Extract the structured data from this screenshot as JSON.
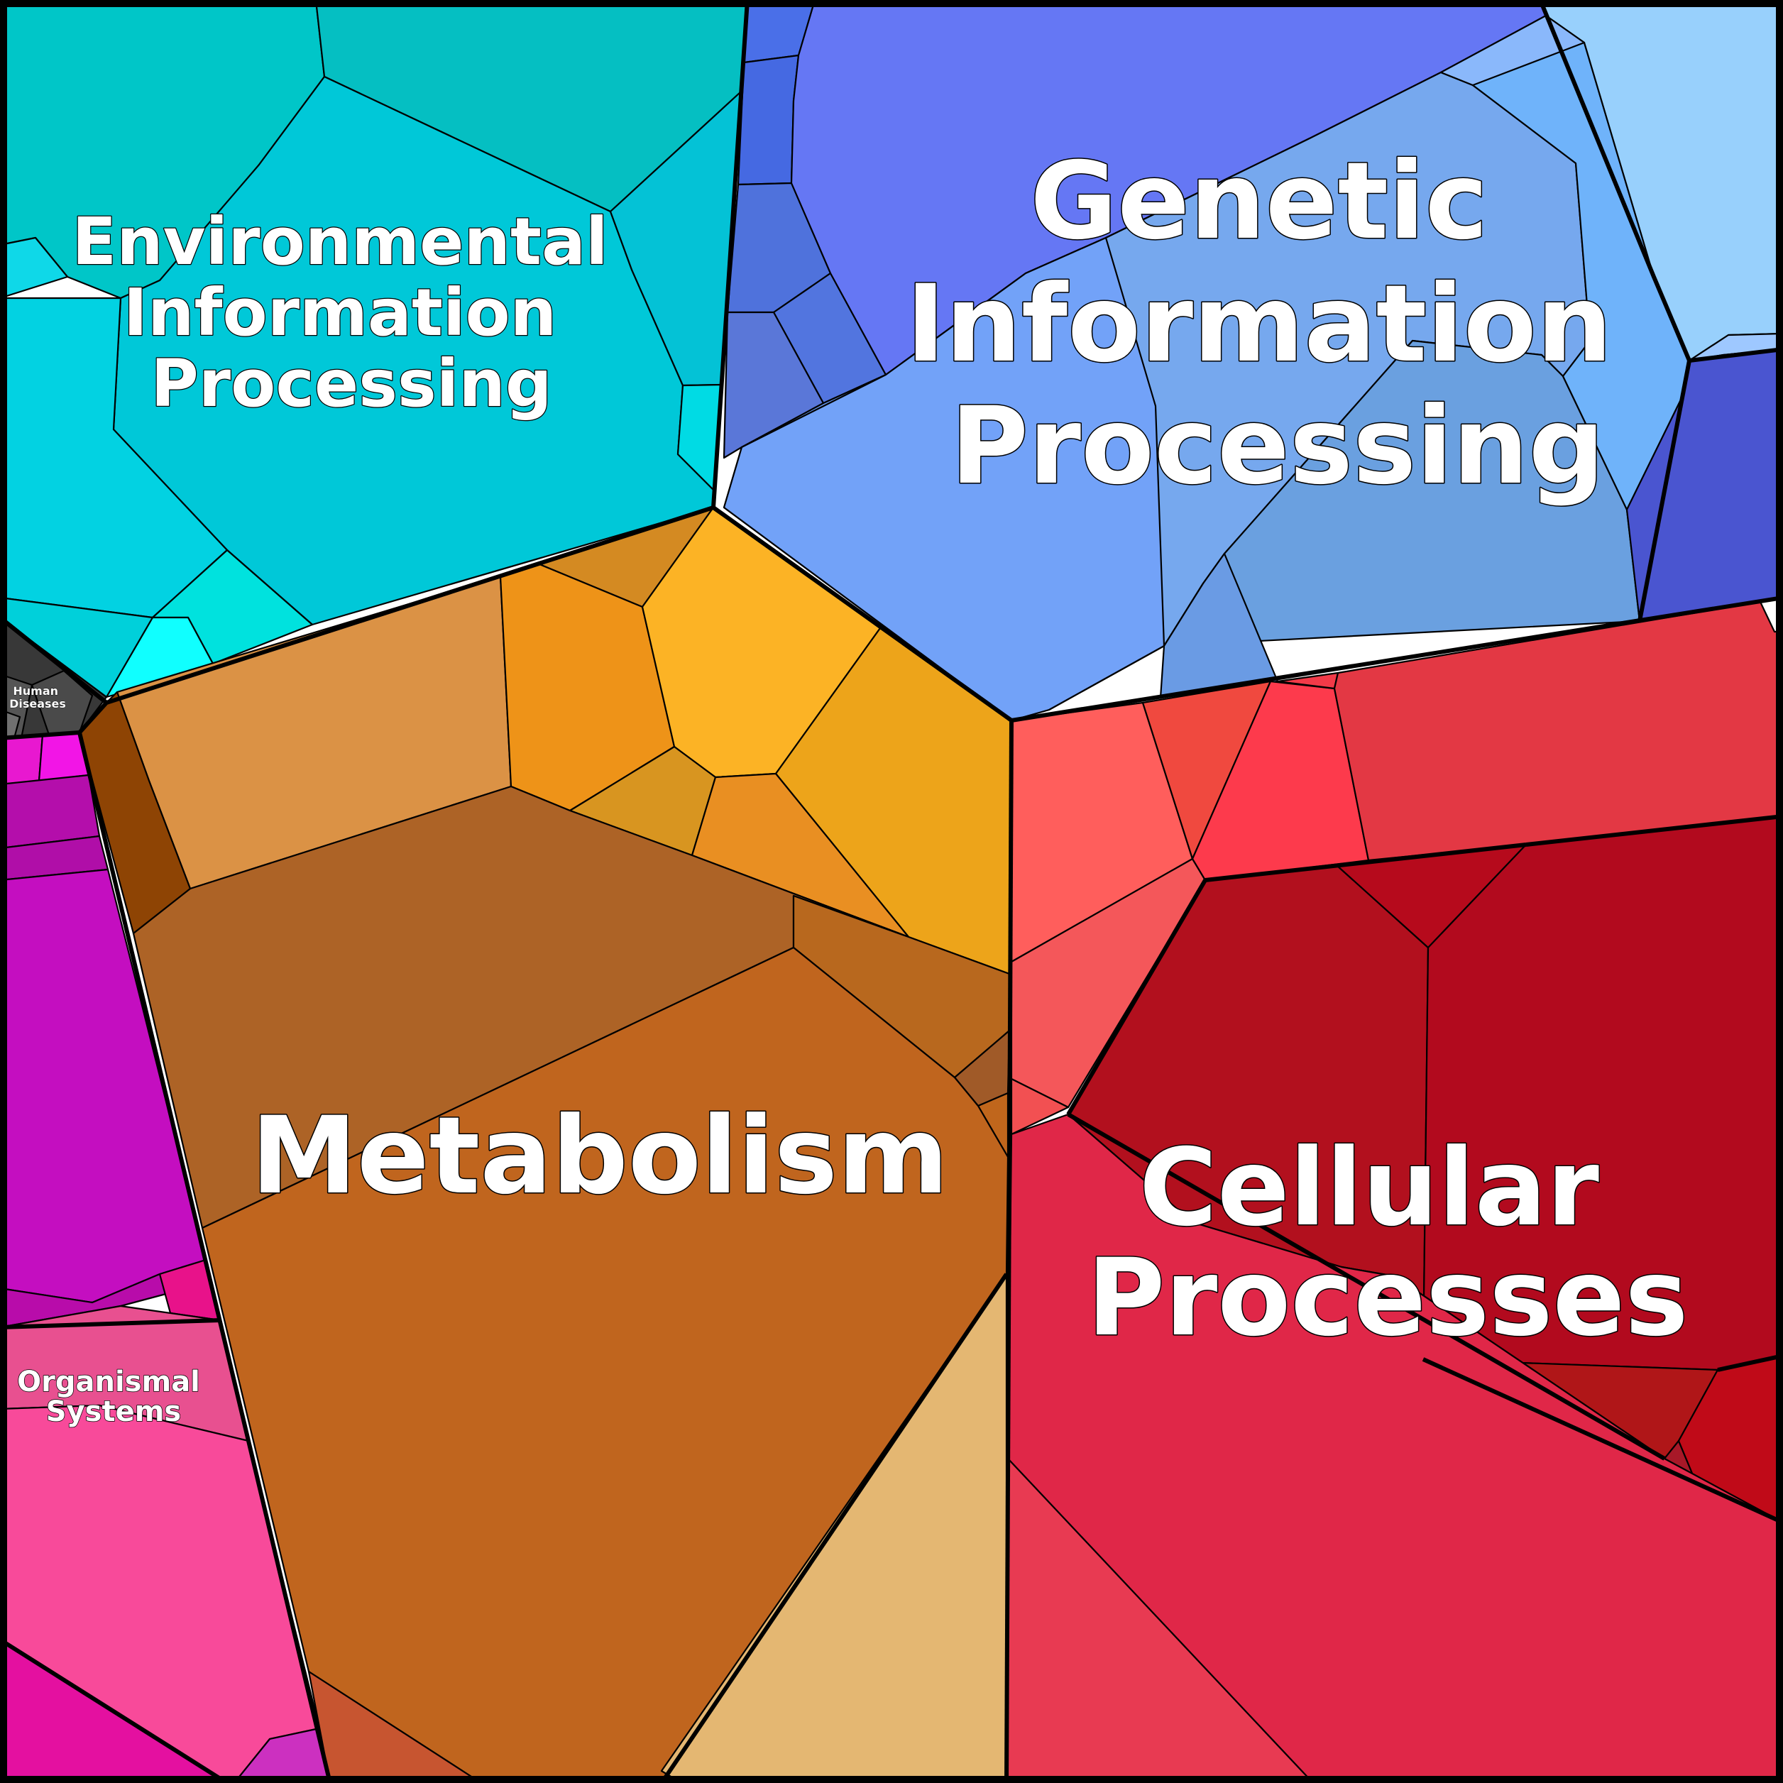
{
  "diagram": {
    "type": "voronoi-treemap",
    "categories": [
      {
        "id": "environmental",
        "lines": [
          "Environmental",
          "Information",
          "Processing"
        ],
        "color": "#00c8d2"
      },
      {
        "id": "genetic",
        "lines": [
          "Genetic",
          "Information",
          "Processing"
        ],
        "color": "#6a8ef6"
      },
      {
        "id": "metabolism",
        "lines": [
          "Metabolism"
        ],
        "color": "#c0651e"
      },
      {
        "id": "cellular",
        "lines": [
          "Cellular",
          "Processes"
        ],
        "color": "#e0284a"
      },
      {
        "id": "organismal",
        "lines": [
          "Organismal",
          "Systems"
        ],
        "color": "#f04a98"
      },
      {
        "id": "human",
        "lines": [
          "Human",
          "Diseases"
        ],
        "color": "#404040"
      }
    ]
  }
}
